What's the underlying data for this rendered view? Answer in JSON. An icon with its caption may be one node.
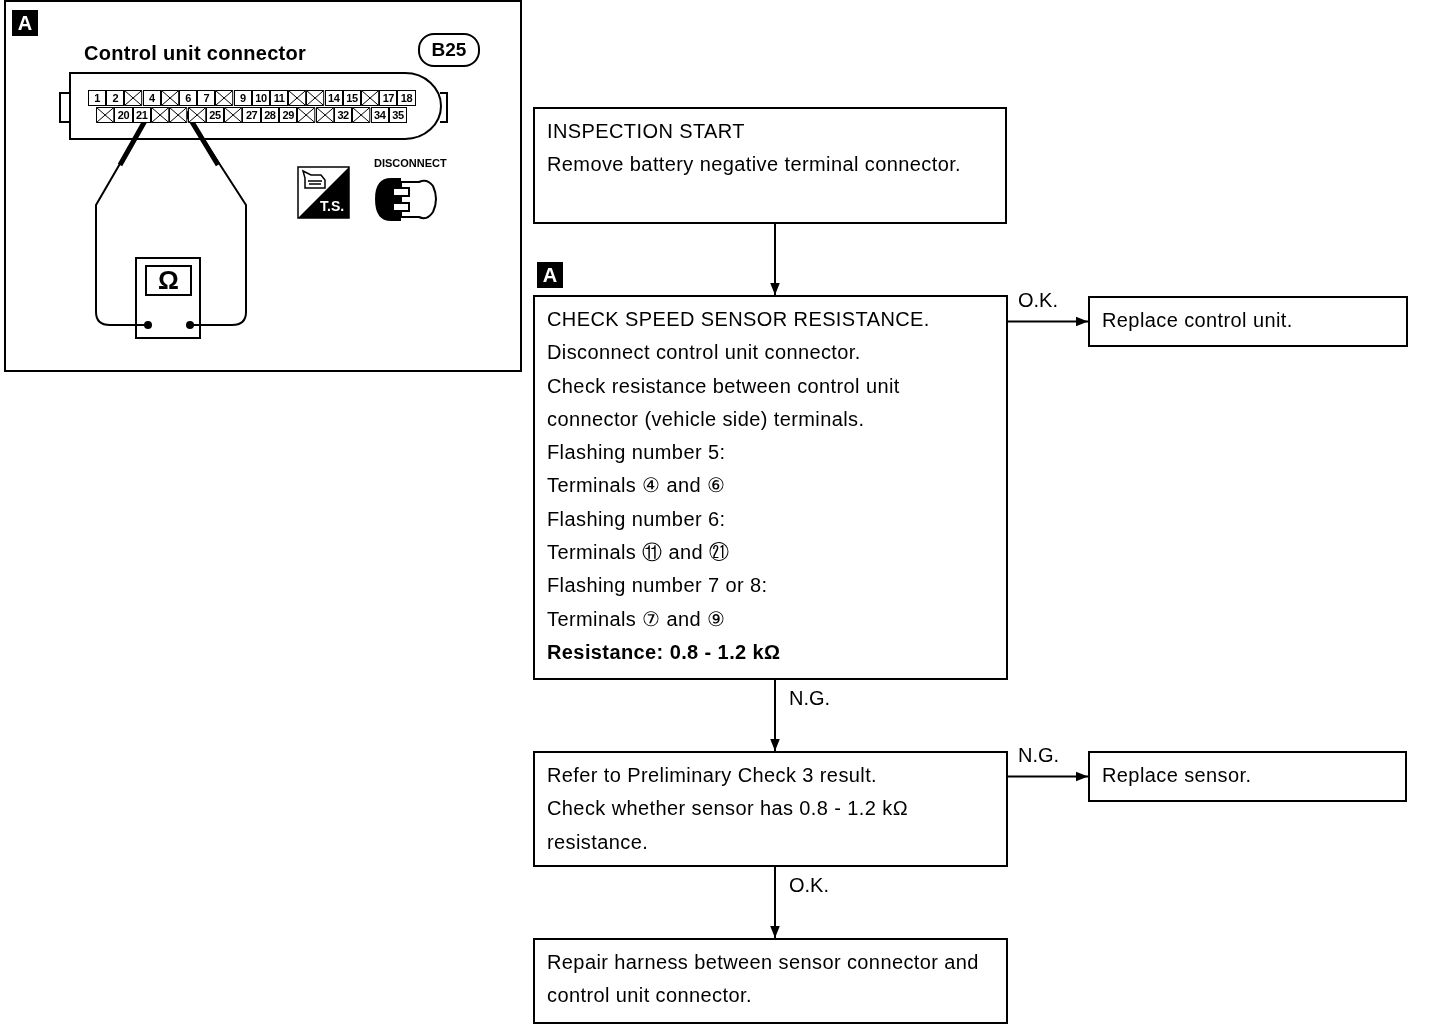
{
  "diagram": {
    "nodes": [
      {
        "text": [
          "Control unit connector"
        ]
      },
      {
        "text": [
          "A"
        ],
        "in": 0
      },
      {
        "text": [
          "B25"
        ],
        "in": 0
      },
      {
        "text": [
          "Ω"
        ],
        "in": 0
      },
      {
        "text": [
          "INSPECTION START",
          "Remove battery negative terminal connector."
        ]
      },
      {
        "text": [
          "A"
        ]
      },
      {
        "text": [
          "CHECK SPEED SENSOR RESISTANCE.",
          "Disconnect control unit connector.",
          "Check resistance between control unit connector (vehicle side) terminals.",
          "Flashing number 5:",
          "Terminals ④ and ⑥",
          "Flashing number 6:",
          "Terminals ⑪ and ㉑",
          "Flashing number 7 or 8:",
          "Terminals ⑦ and ⑨",
          "**Resistance: 0.8 - 1.2 kΩ**"
        ]
      },
      {
        "text": [
          "Replace control unit."
        ]
      },
      {
        "text": [
          "Refer to Preliminary Check 3 result.",
          "Check whether sensor has 0.8 - 1.2 kΩ resistance."
        ]
      },
      {
        "text": [
          "Replace sensor."
        ]
      },
      {
        "text": [
          "Repair harness between sensor connector and control unit connector."
        ]
      }
    ],
    "edges": [
      {
        "from": 4,
        "to": 6,
        "arrow": "to"
      },
      {
        "from": 6,
        "to": 7,
        "arrow": "to",
        "label": "O.K."
      },
      {
        "from": 6,
        "to": 8,
        "arrow": "to",
        "label": "N.G."
      },
      {
        "from": 8,
        "to": 9,
        "arrow": "to",
        "label": "N.G."
      },
      {
        "from": 8,
        "to": 10,
        "arrow": "to",
        "label": "O.K."
      }
    ],
    "labels": [
      "1",
      "2",
      "4",
      "6",
      "7",
      "9",
      "10",
      "11",
      "14",
      "15",
      "17",
      "18",
      "20",
      "21",
      "25",
      "27",
      "28",
      "29",
      "32",
      "34",
      "35",
      "DISCONNECT",
      "T.S."
    ]
  }
}
